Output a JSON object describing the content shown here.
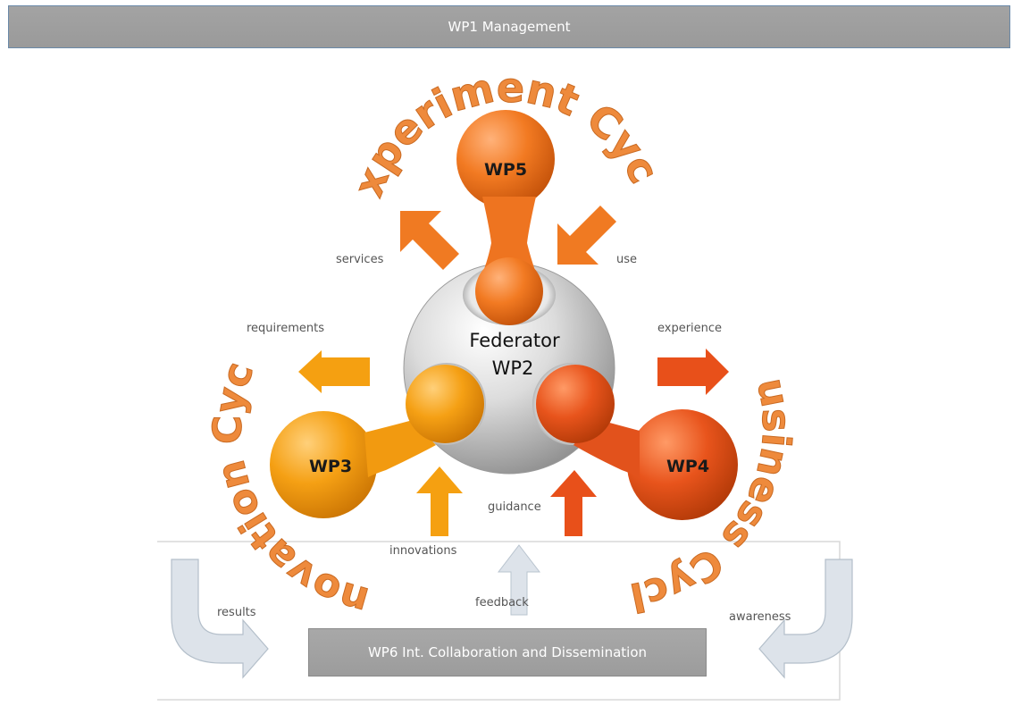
{
  "header": {
    "title": "WP1 Management"
  },
  "center": {
    "line1": "Federator",
    "line2": "WP2"
  },
  "nodes": {
    "wp5": "WP5",
    "wp3": "WP3",
    "wp4": "WP4"
  },
  "cycles": {
    "experiment": "Experiment Cycle",
    "innovation": "Innovation Cycle",
    "business": "Business Cycle"
  },
  "flows": {
    "services": "services",
    "use": "use",
    "requirements": "requirements",
    "experience": "experience",
    "innovations": "innovations",
    "guidance": "guidance",
    "feedback": "feedback",
    "results": "results",
    "awareness": "awareness"
  },
  "footer": {
    "label": "WP6 Int. Collaboration and Dissemination"
  },
  "colors": {
    "experiment_orange": "#f07a22",
    "innovation_orange": "#f5a011",
    "business_orange": "#e8501a",
    "cycle_text": "#ee8a3c",
    "gray_bar": "#9e9e9e",
    "pale_arrow": "#dde3ea"
  }
}
